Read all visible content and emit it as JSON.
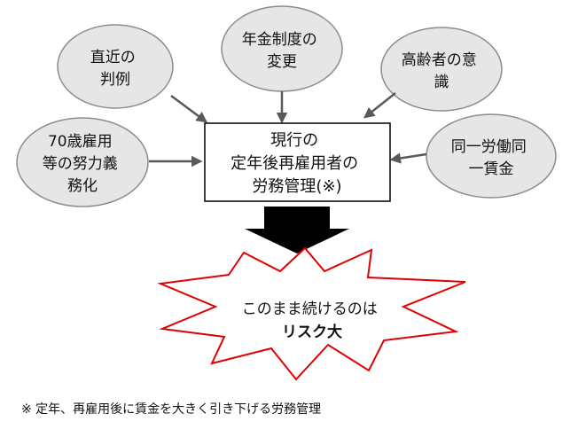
{
  "factors": [
    {
      "id": "recent-precedent",
      "lines": [
        "直近の",
        "判例"
      ]
    },
    {
      "id": "pension-change",
      "lines": [
        "年金制度の",
        "変更"
      ]
    },
    {
      "id": "elderly-awareness",
      "lines": [
        "高齢者の意",
        "識"
      ]
    },
    {
      "id": "age70-obligation",
      "lines": [
        "70歳雇用",
        "等の努力義",
        "務化"
      ]
    },
    {
      "id": "equal-pay",
      "lines": [
        "同一労働同",
        "一賃金"
      ]
    }
  ],
  "center": {
    "lines": [
      "現行の",
      "定年後再雇用者の",
      "労務管理(※)"
    ]
  },
  "result": {
    "line1": "このまま続けるのは",
    "line2": "リスク大"
  },
  "footnote": "※  定年、再雇用後に賃金を大きく引き下げる労務管理",
  "colors": {
    "ellipse_fill": "#e6e6e6",
    "ellipse_stroke": "#8c8c8c",
    "arrow": "#595959",
    "burst_stroke": "#e00000",
    "big_arrow": "#000000"
  }
}
